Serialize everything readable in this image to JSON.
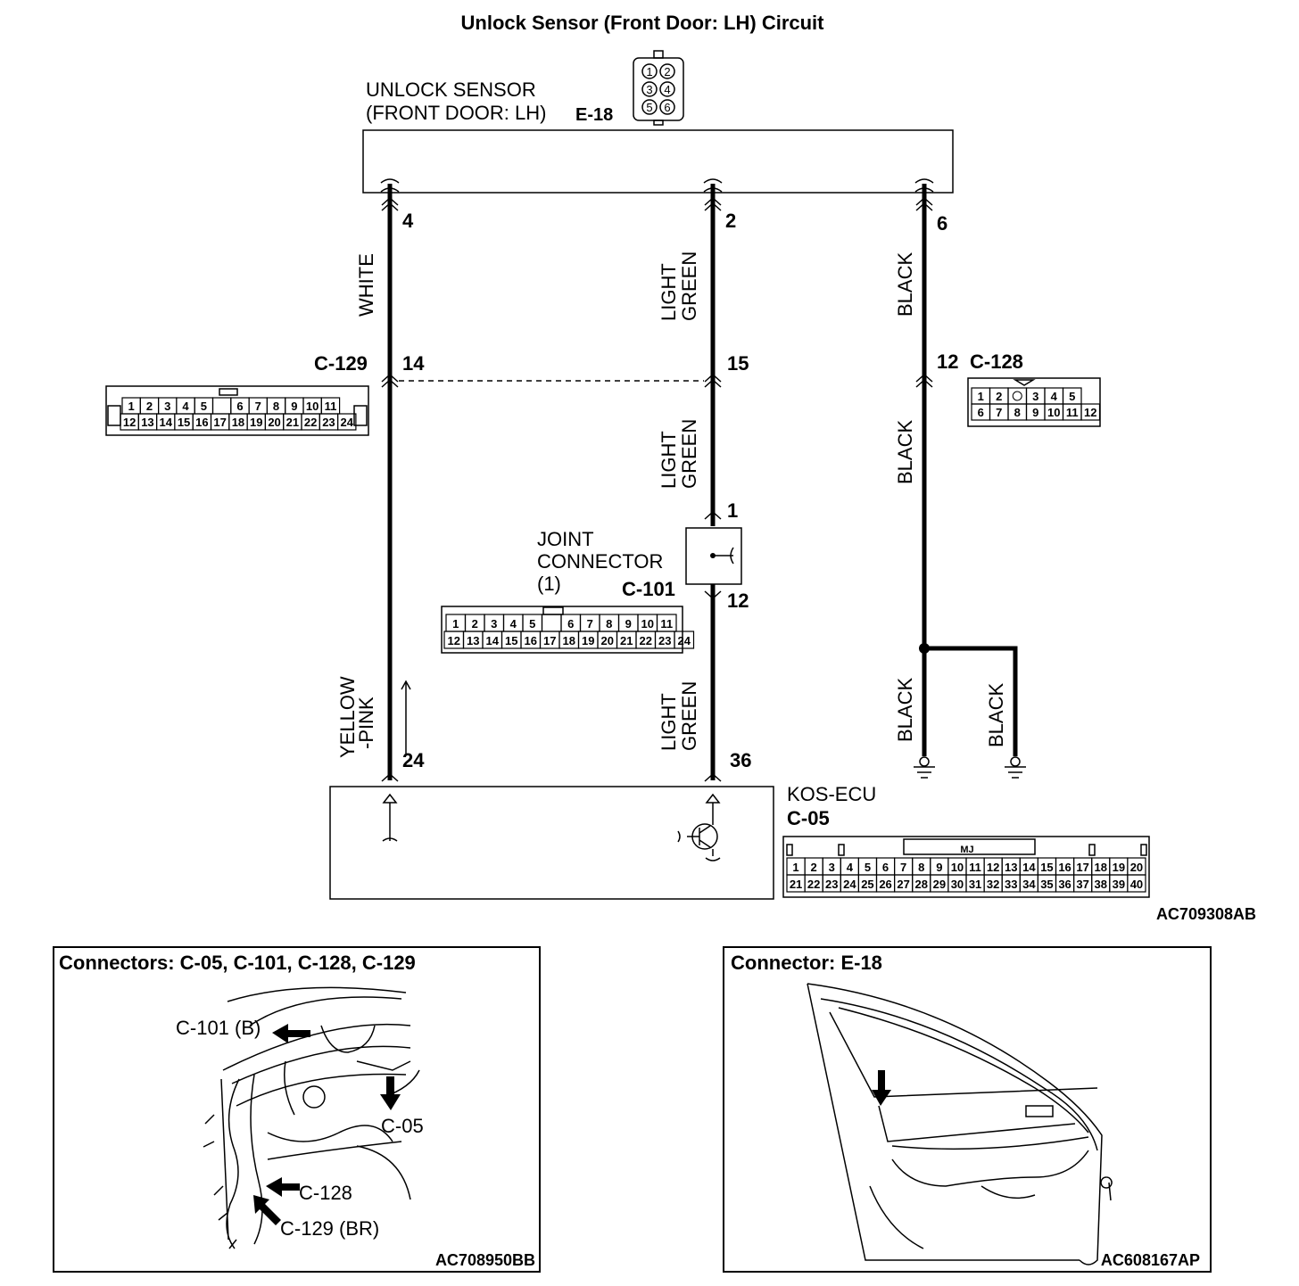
{
  "title": "Unlock Sensor (Front Door: LH) Circuit",
  "sensor": {
    "label_line1": "UNLOCK SENSOR",
    "label_line2": "(FRONT DOOR: LH)",
    "code": "E-18",
    "pins": [
      "1",
      "2",
      "3",
      "4",
      "5",
      "6"
    ]
  },
  "wires": {
    "white": "WHITE",
    "light_green": [
      "LIGHT",
      "GREEN"
    ],
    "black": "BLACK",
    "yellow_pink": [
      "YELLOW",
      "-PINK"
    ]
  },
  "pins": {
    "e18_left": "4",
    "e18_mid": "2",
    "e18_right": "6",
    "c129_left": "14",
    "c129_mid": "15",
    "c128_right": "12",
    "joint_top": "1",
    "joint_bottom": "12",
    "ecu_left": "24",
    "ecu_mid": "36"
  },
  "connectors": {
    "c129": {
      "code": "C-129",
      "row1": [
        "1",
        "2",
        "3",
        "4",
        "5",
        "",
        "6",
        "7",
        "8",
        "9",
        "10",
        "11"
      ],
      "row2": [
        "12",
        "13",
        "14",
        "15",
        "16",
        "17",
        "18",
        "19",
        "20",
        "21",
        "22",
        "23",
        "24"
      ]
    },
    "c128": {
      "code": "C-128",
      "row1": [
        "1",
        "2",
        "",
        "3",
        "4",
        "5"
      ],
      "row2": [
        "6",
        "7",
        "8",
        "9",
        "10",
        "11",
        "12"
      ]
    },
    "c101": {
      "label_line1": "JOINT",
      "label_line2": "CONNECTOR",
      "label_line3": "(1)",
      "code": "C-101",
      "row1": [
        "1",
        "2",
        "3",
        "4",
        "5",
        "",
        "6",
        "7",
        "8",
        "9",
        "10",
        "11"
      ],
      "row2": [
        "12",
        "13",
        "14",
        "15",
        "16",
        "17",
        "18",
        "19",
        "20",
        "21",
        "22",
        "23",
        "24"
      ]
    },
    "c05": {
      "label": "KOS-ECU",
      "code": "C-05",
      "tag": "MJ",
      "row1": [
        "1",
        "2",
        "3",
        "4",
        "5",
        "6",
        "7",
        "8",
        "9",
        "10",
        "11",
        "12",
        "13",
        "14",
        "15",
        "16",
        "17",
        "18",
        "19",
        "20"
      ],
      "row2": [
        "21",
        "22",
        "23",
        "24",
        "25",
        "26",
        "27",
        "28",
        "29",
        "30",
        "31",
        "32",
        "33",
        "34",
        "35",
        "36",
        "37",
        "38",
        "39",
        "40"
      ]
    }
  },
  "diagram_code": "AC709308AB",
  "panel_left": {
    "title": "Connectors: C-05, C-101, C-128, C-129",
    "labels": [
      "C-101 (B)",
      "C-05",
      "C-128",
      "C-129 (BR)"
    ],
    "code": "AC708950BB"
  },
  "panel_right": {
    "title": "Connector: E-18",
    "code": "AC608167AP"
  }
}
